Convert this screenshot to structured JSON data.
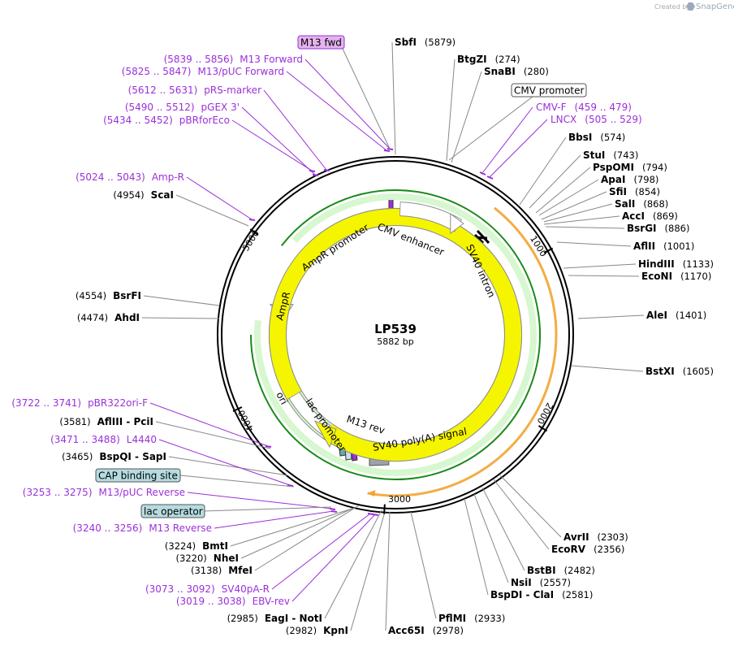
{
  "watermark": {
    "prefix": "Created by",
    "brand": "SnapGene"
  },
  "plasmid": {
    "name": "LP539",
    "length": "5882 bp"
  },
  "colors": {
    "primer": "#9b30d9",
    "ampr_fill": "#d6f7cf",
    "ori_fill": "#f5f500",
    "selection_arc": "#f2a430",
    "feature_box_fill": "#b5dce0",
    "primer_box_fill": "#e3b3ee"
  },
  "features": [
    {
      "name": "CMV enhancer",
      "type": "arrow-cw"
    },
    {
      "name": "SV40 intron",
      "type": "intron"
    },
    {
      "name": "AmpR promoter",
      "type": "arrow-ccw"
    },
    {
      "name": "AmpR",
      "type": "arrow-ccw"
    },
    {
      "name": "ori",
      "type": "arrow-cw"
    },
    {
      "name": "lac promoter",
      "type": "arrow-cw"
    },
    {
      "name": "M13 rev",
      "type": "primer-site"
    },
    {
      "name": "SV40 poly(A) signal",
      "type": "box"
    }
  ],
  "ticks": [
    {
      "label": "1000"
    },
    {
      "label": "2000"
    },
    {
      "label": "3000"
    },
    {
      "label": "4000"
    },
    {
      "label": "5000"
    }
  ],
  "boxed_labels": [
    {
      "text": "M13 fwd",
      "style": "primer"
    },
    {
      "text": "CMV promoter",
      "style": "plain"
    },
    {
      "text": "CAP binding site",
      "style": "feature"
    },
    {
      "text": "lac operator",
      "style": "feature"
    }
  ],
  "right_sites": [
    {
      "name": "SbfI",
      "pos": "(5879)"
    },
    {
      "name": "BtgZI",
      "pos": "(274)"
    },
    {
      "name": "SnaBI",
      "pos": "(280)"
    },
    {
      "name": "BbsI",
      "pos": "(574)"
    },
    {
      "name": "StuI",
      "pos": "(743)"
    },
    {
      "name": "PspOMI",
      "pos": "(794)"
    },
    {
      "name": "ApaI",
      "pos": "(798)"
    },
    {
      "name": "SfiI",
      "pos": "(854)"
    },
    {
      "name": "SalI",
      "pos": "(868)"
    },
    {
      "name": "AccI",
      "pos": "(869)"
    },
    {
      "name": "BsrGI",
      "pos": "(886)"
    },
    {
      "name": "AflII",
      "pos": "(1001)"
    },
    {
      "name": "HindIII",
      "pos": "(1133)"
    },
    {
      "name": "EcoNI",
      "pos": "(1170)"
    },
    {
      "name": "AleI",
      "pos": "(1401)"
    },
    {
      "name": "BstXI",
      "pos": "(1605)"
    },
    {
      "name": "AvrII",
      "pos": "(2303)"
    },
    {
      "name": "EcoRV",
      "pos": "(2356)"
    },
    {
      "name": "BstBI",
      "pos": "(2482)"
    },
    {
      "name": "NsiI",
      "pos": "(2557)"
    },
    {
      "name": "BspDI - ClaI",
      "pos": "(2581)"
    },
    {
      "name": "PflMI",
      "pos": "(2933)"
    },
    {
      "name": "Acc65I",
      "pos": "(2978)"
    }
  ],
  "right_primers": [
    {
      "name": "CMV-F",
      "pos": "(459 .. 479)"
    },
    {
      "name": "LNCX",
      "pos": "(505 .. 529)"
    }
  ],
  "left_sites": [
    {
      "pos": "(4954)",
      "name": "ScaI"
    },
    {
      "pos": "(4554)",
      "name": "BsrFI"
    },
    {
      "pos": "(4474)",
      "name": "AhdI"
    },
    {
      "pos": "(3581)",
      "name": "AflIII - PciI"
    },
    {
      "pos": "(3465)",
      "name": "BspQI - SapI"
    },
    {
      "pos": "(3224)",
      "name": "BmtI"
    },
    {
      "pos": "(3220)",
      "name": "NheI"
    },
    {
      "pos": "(3138)",
      "name": "MfeI"
    },
    {
      "pos": "(2985)",
      "name": "EagI - NotI"
    },
    {
      "pos": "(2982)",
      "name": "KpnI"
    }
  ],
  "left_primers": [
    {
      "pos": "(5839 .. 5856)",
      "name": "M13 Forward"
    },
    {
      "pos": "(5825 .. 5847)",
      "name": "M13/pUC Forward"
    },
    {
      "pos": "(5612 .. 5631)",
      "name": "pRS-marker"
    },
    {
      "pos": "(5490 .. 5512)",
      "name": "pGEX 3'"
    },
    {
      "pos": "(5434 .. 5452)",
      "name": "pBRforEco"
    },
    {
      "pos": "(5024 .. 5043)",
      "name": "Amp-R"
    },
    {
      "pos": "(3722 .. 3741)",
      "name": "pBR322ori-F"
    },
    {
      "pos": "(3471 .. 3488)",
      "name": "L4440"
    },
    {
      "pos": "(3253 .. 3275)",
      "name": "M13/pUC Reverse"
    },
    {
      "pos": "(3240 .. 3256)",
      "name": "M13 Reverse"
    },
    {
      "pos": "(3073 .. 3092)",
      "name": "SV40pA-R"
    },
    {
      "pos": "(3019 .. 3038)",
      "name": "EBV-rev"
    }
  ]
}
